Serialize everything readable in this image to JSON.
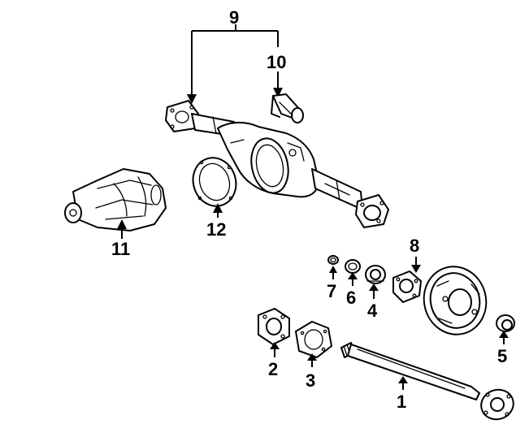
{
  "callouts": {
    "c1": "1",
    "c2": "2",
    "c3": "3",
    "c4": "4",
    "c5": "5",
    "c6": "6",
    "c7": "7",
    "c8": "8",
    "c9": "9",
    "c10": "10",
    "c11": "11",
    "c12": "12"
  },
  "icons": {
    "arrow": "arrow-up-icon",
    "bracket": "bracket-icon"
  },
  "colors": {
    "ink": "#000000",
    "background": "#ffffff"
  }
}
